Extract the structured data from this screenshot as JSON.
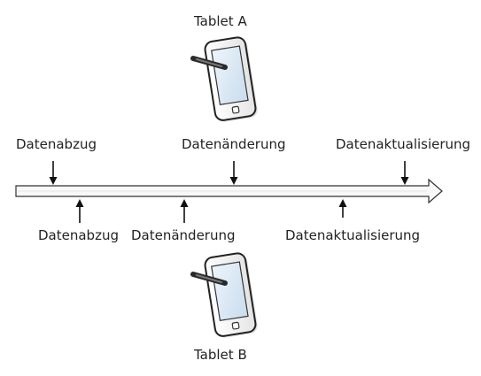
{
  "tablet_top": {
    "label": "Tablet A"
  },
  "tablet_bottom": {
    "label": "Tablet B"
  },
  "events_top": [
    {
      "label": "Datenabzug"
    },
    {
      "label": "Datenänderung"
    },
    {
      "label": "Datenaktualisierung"
    }
  ],
  "events_bottom": [
    {
      "label": "Datenabzug"
    },
    {
      "label": "Datenänderung"
    },
    {
      "label": "Datenaktualisierung"
    }
  ],
  "colors": {
    "line": "#111111",
    "timeline_fill": "#f7f7f7",
    "screen": "#dce9f5"
  }
}
